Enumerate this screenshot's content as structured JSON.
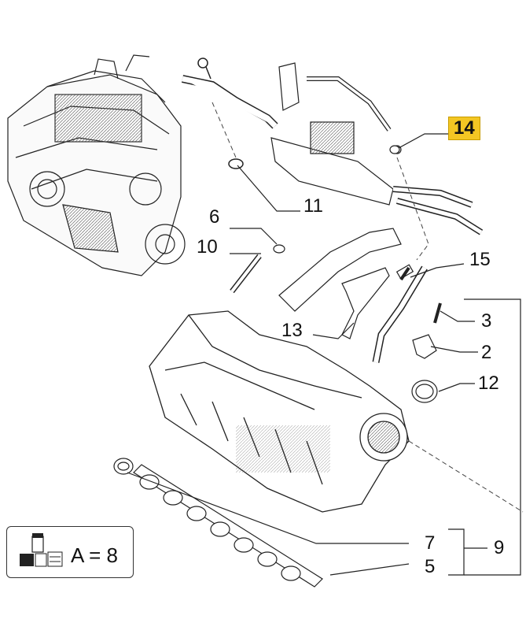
{
  "callouts": {
    "c14": "14",
    "c11": "11",
    "c6": "6",
    "c10": "10",
    "c15": "15",
    "c13": "13",
    "c3": "3",
    "c2": "2",
    "c12": "12",
    "c7": "7",
    "c5": "5",
    "c9": "9"
  },
  "legend": {
    "text": "A = 8",
    "icon": "parts-kit-icon"
  },
  "colors": {
    "highlight": "#f3c623",
    "line": "#222222"
  }
}
